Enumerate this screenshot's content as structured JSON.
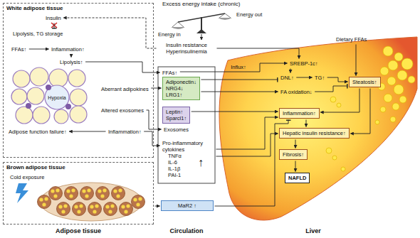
{
  "diagram": {
    "nodes": [
      {
        "text": [
          "White adipose tissue"
        ]
      },
      {
        "text": [
          "Insulin"
        ],
        "in": 0
      },
      {
        "text": [
          "Lipolysis, TG storage"
        ],
        "in": 0
      },
      {
        "text": [
          "FFAs↑"
        ],
        "in": 0
      },
      {
        "text": [
          "Inflammation↑"
        ],
        "in": 0
      },
      {
        "text": [
          "Lipolysis↑"
        ],
        "in": 0
      },
      {
        "text": [
          "Aberrant adipokines"
        ],
        "in": 0
      },
      {
        "text": [
          "Altered exosomes"
        ],
        "in": 0
      },
      {
        "text": [
          "Inflammation↑"
        ],
        "in": 0
      },
      {
        "text": [
          "Adipose function failure↑"
        ],
        "in": 0
      },
      {
        "text": [
          "Brown adipose tissue"
        ]
      },
      {
        "text": [
          "Cold exposure"
        ],
        "in": 10
      },
      {
        "text": [
          "Insulin resistance Hyperinsulinemia"
        ]
      },
      {
        "text": [
          "FFAs↑"
        ]
      },
      {
        "text": [
          "Adiponectin↓ NRG4↓ LRG1↑"
        ]
      },
      {
        "text": [
          "Leptin↑ Sparcl1↑"
        ]
      },
      {
        "text": [
          "Exosomes"
        ]
      },
      {
        "text": [
          "Pro-inflammatory cytokines",
          "TNFα IL-6 IL-1β PAI-1",
          "↑"
        ]
      },
      {
        "text": [
          "MaR2 ↑"
        ]
      },
      {
        "text": [
          "Dietary FFAs"
        ]
      },
      {
        "text": [
          "SREBP-1c↑"
        ]
      },
      {
        "text": [
          "DNL↑"
        ]
      },
      {
        "text": [
          "TG↑"
        ]
      },
      {
        "text": [
          "FA oxidation↓"
        ]
      },
      {
        "text": [
          "Steatosis↑"
        ]
      },
      {
        "text": [
          "Inflammation↑"
        ]
      },
      {
        "text": [
          "Hepatic insulin resistance↑"
        ]
      },
      {
        "text": [
          "Fibrosis↑"
        ]
      },
      {
        "text": [
          "NAFLD"
        ]
      }
    ],
    "edges": [
      {
        "from": 1,
        "to": 2,
        "arrow": "to"
      },
      {
        "from": 3,
        "to": 4,
        "arrow": "to"
      },
      {
        "from": 4,
        "to": 5,
        "arrow": "to"
      },
      {
        "from": 5,
        "to": 13,
        "arrow": "to"
      },
      {
        "from": 12,
        "to": 1,
        "arrow": "to"
      },
      {
        "from": 6,
        "to": 14,
        "arrow": "to"
      },
      {
        "from": 7,
        "to": 16,
        "arrow": "to"
      },
      {
        "from": 8,
        "to": 9,
        "arrow": "to"
      },
      {
        "from": 8,
        "to": 17,
        "arrow": "to"
      },
      {
        "from": 10,
        "to": 18,
        "arrow": "to"
      },
      {
        "from": 12,
        "to": 20,
        "arrow": "to"
      },
      {
        "from": 13,
        "to": 20,
        "label": "Influx↑",
        "arrow": "to"
      },
      {
        "from": 14,
        "to": 21,
        "arrow": "to"
      },
      {
        "from": 14,
        "to": 23,
        "arrow": "to"
      },
      {
        "from": 15,
        "to": 25,
        "arrow": "to"
      },
      {
        "from": 17,
        "to": 25,
        "arrow": "to"
      },
      {
        "from": 17,
        "to": 26,
        "arrow": "to"
      },
      {
        "from": 18,
        "to": 25,
        "arrow": "to"
      },
      {
        "from": 19,
        "to": 24,
        "arrow": "to"
      },
      {
        "from": 20,
        "to": 21,
        "arrow": "to"
      },
      {
        "from": 21,
        "to": 22,
        "arrow": "to"
      },
      {
        "from": 22,
        "to": 24,
        "arrow": "to"
      },
      {
        "from": 23,
        "to": 24,
        "arrow": "to"
      },
      {
        "from": 24,
        "to": 25,
        "arrow": "to"
      },
      {
        "from": 24,
        "to": 26,
        "arrow": "to"
      },
      {
        "from": 25,
        "to": 26,
        "arrow": "to"
      },
      {
        "from": 26,
        "to": 27,
        "arrow": "to"
      },
      {
        "from": 27,
        "to": 28,
        "arrow": "to"
      }
    ],
    "labels": [
      "Excess energy intake (chronic)",
      "Energy in",
      "Energy out",
      "Hypoxia",
      "Adipose tissue",
      "Circulation",
      "Liver"
    ]
  }
}
